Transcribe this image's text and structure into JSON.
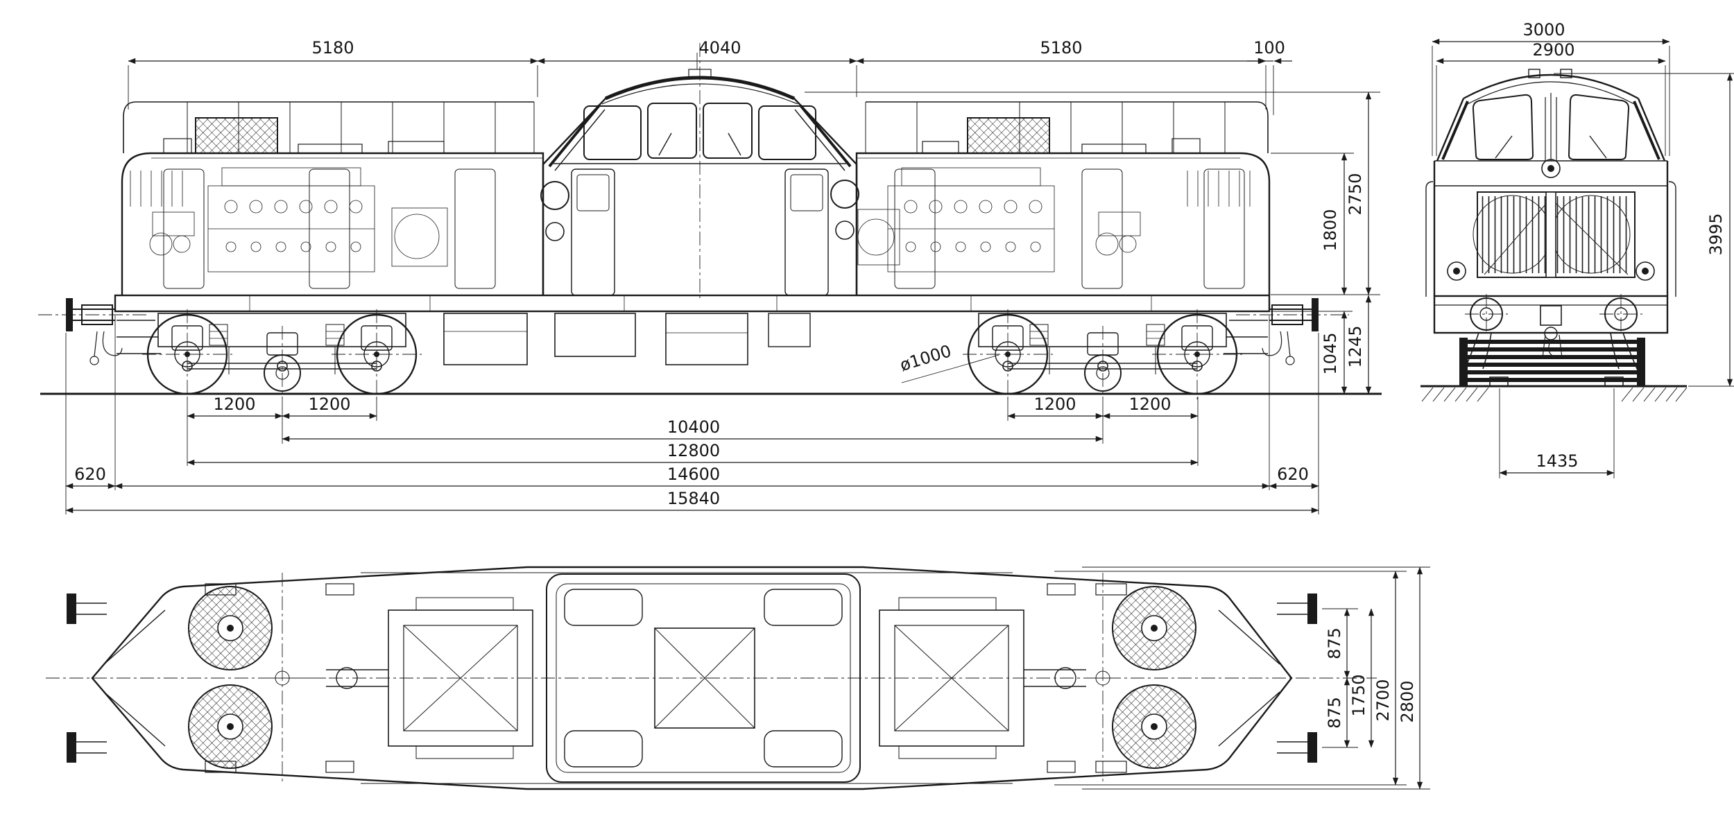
{
  "side": {
    "dims_top": [
      "5180",
      "4040",
      "5180",
      "100"
    ],
    "dims_right": [
      "2750",
      "1800",
      "1245",
      "1045"
    ],
    "dims_axles": [
      "1200",
      "1200",
      "1200",
      "1200"
    ],
    "wheel_diameter": "ø1000",
    "dims_lengths": [
      "10400",
      "12800",
      "14600",
      "15840"
    ],
    "dims_overhang": [
      "620",
      "620"
    ]
  },
  "front": {
    "dims_top": [
      "3000",
      "2900"
    ],
    "dim_height": "3995",
    "dim_gauge": "1435"
  },
  "plan": {
    "dims_right": [
      "875",
      "875",
      "1750",
      "2700",
      "2800"
    ]
  },
  "colors": {
    "ink": "#1a1a1a",
    "paper": "#ffffff"
  }
}
